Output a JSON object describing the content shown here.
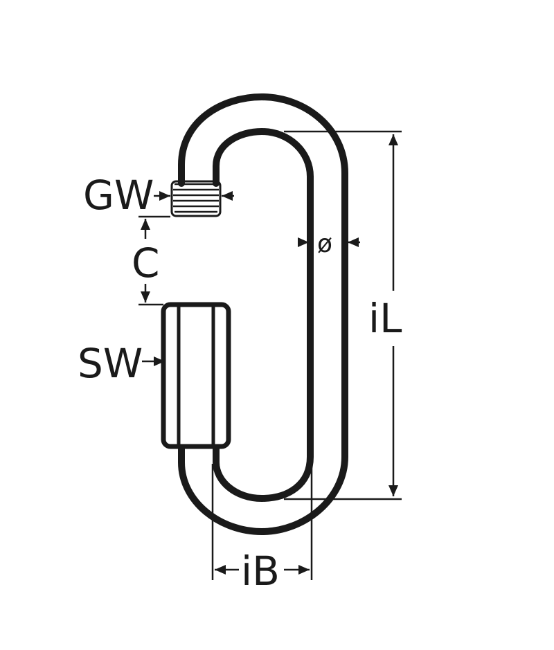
{
  "labels": {
    "gw": "GW",
    "c": "C",
    "sw": "SW",
    "diameter": "ø",
    "il": "iL",
    "ib": "iB"
  }
}
